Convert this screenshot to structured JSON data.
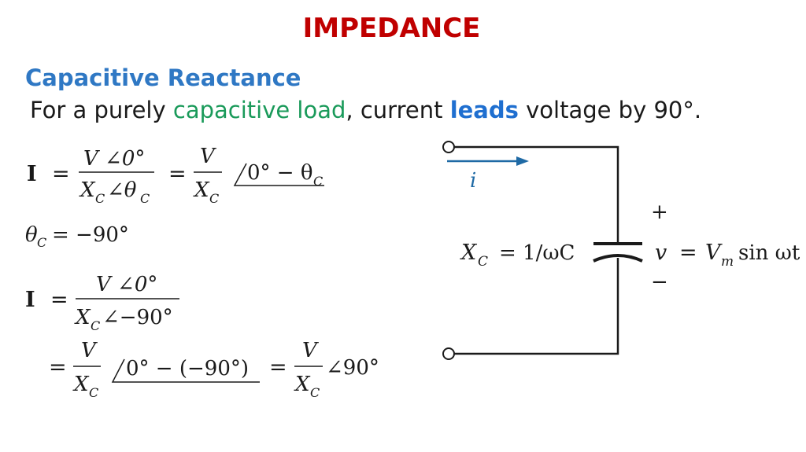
{
  "title": "IMPEDANCE",
  "subtitle": "Capacitive Reactance",
  "statement": {
    "part1": "For a purely ",
    "highlight1": "capacitive load",
    "part2": ", current ",
    "highlight2": "leads",
    "part3": " voltage by 90°."
  },
  "eq1": {
    "lhs": "I",
    "num1": "V ∠0°",
    "den1_X": "X",
    "den1_C": "C",
    "den1_angle": "∠θ",
    "den1_angle_sub": "C",
    "num2": "V",
    "den2_X": "X",
    "den2_C": "C",
    "phase": "0° − θ",
    "phase_sub": "C"
  },
  "eq2": {
    "lhs": "θ",
    "lhs_sub": "C",
    "rhs": "= −90°"
  },
  "eq3": {
    "lhs": "I",
    "num": "V ∠0°",
    "den_X": "X",
    "den_C": "C",
    "den_angle": "∠−90°",
    "num2": "V",
    "den2_X": "X",
    "den2_C": "C",
    "phase": "0°  − (−90°)",
    "num3": "V",
    "den3_X": "X",
    "den3_C": "C",
    "result_angle": "∠90°"
  },
  "circuit": {
    "current_label": "i",
    "reactance_label": "X",
    "reactance_sub": "C",
    "reactance_value": "=  1/ωC",
    "plus": "+",
    "minus": "−",
    "voltage_v": "v",
    "voltage_eq": "=",
    "voltage_V": "V",
    "voltage_sub": "m",
    "voltage_rest": "sin ωt",
    "arrow_color": "#1f6aa5"
  }
}
